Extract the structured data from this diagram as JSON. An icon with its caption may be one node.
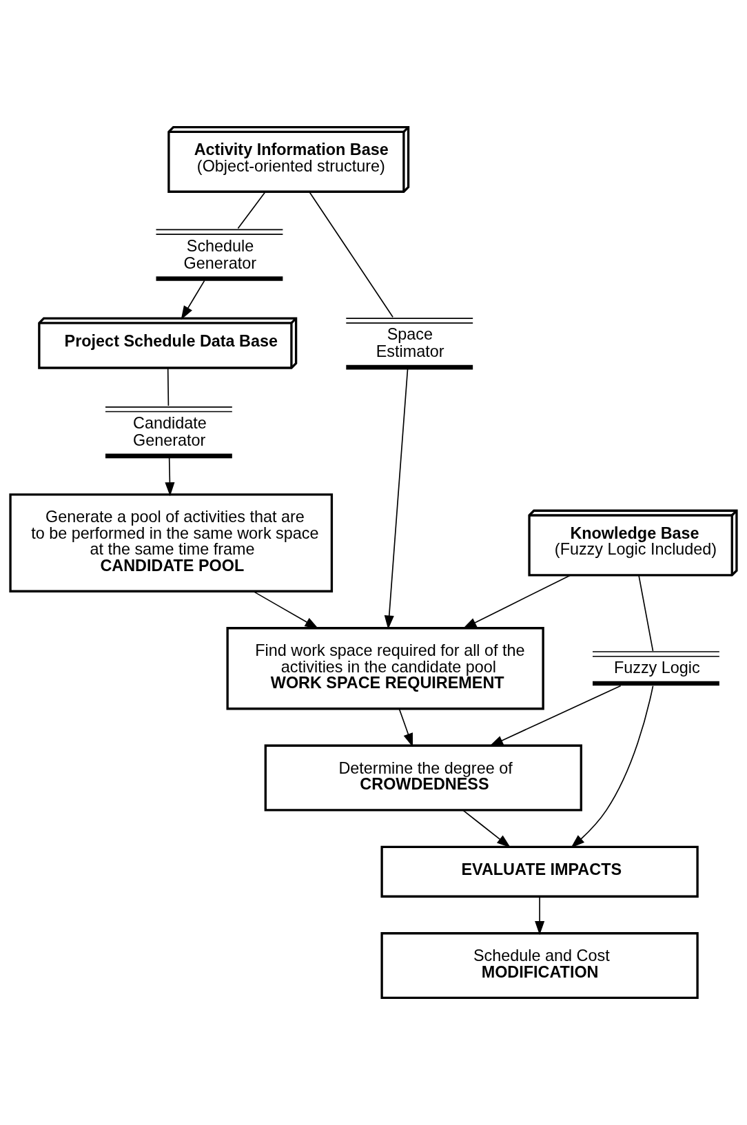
{
  "diagram": {
    "nodes": [
      {
        "text": [
          "Activity Information Base",
          "(Object-oriented structure)"
        ]
      },
      {
        "text": [
          "Schedule Generator"
        ]
      },
      {
        "text": [
          "Project Schedule Data Base"
        ]
      },
      {
        "text": [
          "Candidate Generator"
        ]
      },
      {
        "text": [
          "Space Estimator"
        ]
      },
      {
        "text": [
          "Generate a pool of activities that are to be performed in the same work space at the same time frame",
          "CANDIDATE POOL"
        ]
      },
      {
        "text": [
          "Find work space required for all of the activities in the candidate pool",
          "WORK SPACE REQUIREMENT"
        ]
      },
      {
        "text": [
          "Knowledge Base",
          "(Fuzzy Logic Included)"
        ]
      },
      {
        "text": [
          "Fuzzy Logic"
        ]
      },
      {
        "text": [
          "Determine the degree of",
          "CROWDEDNESS"
        ]
      },
      {
        "text": [
          "EVALUATE IMPACTS"
        ]
      },
      {
        "text": [
          "Schedule and Cost",
          "MODIFICATION"
        ]
      }
    ],
    "edges": [
      {
        "from": 0,
        "to": 1,
        "arrow": "none"
      },
      {
        "from": 1,
        "to": 2,
        "arrow": "to"
      },
      {
        "from": 2,
        "to": 3,
        "arrow": "none"
      },
      {
        "from": 3,
        "to": 5,
        "arrow": "to"
      },
      {
        "from": 0,
        "to": 4,
        "arrow": "none"
      },
      {
        "from": 4,
        "to": 6,
        "arrow": "to"
      },
      {
        "from": 5,
        "to": 6,
        "arrow": "to"
      },
      {
        "from": 7,
        "to": 6,
        "arrow": "to"
      },
      {
        "from": 7,
        "to": 8,
        "arrow": "none"
      },
      {
        "from": 6,
        "to": 9,
        "arrow": "to"
      },
      {
        "from": 8,
        "to": 9,
        "arrow": "to"
      },
      {
        "from": 8,
        "to": 10,
        "arrow": "to"
      },
      {
        "from": 9,
        "to": 10,
        "arrow": "to"
      },
      {
        "from": 10,
        "to": 11,
        "arrow": "to"
      }
    ]
  }
}
